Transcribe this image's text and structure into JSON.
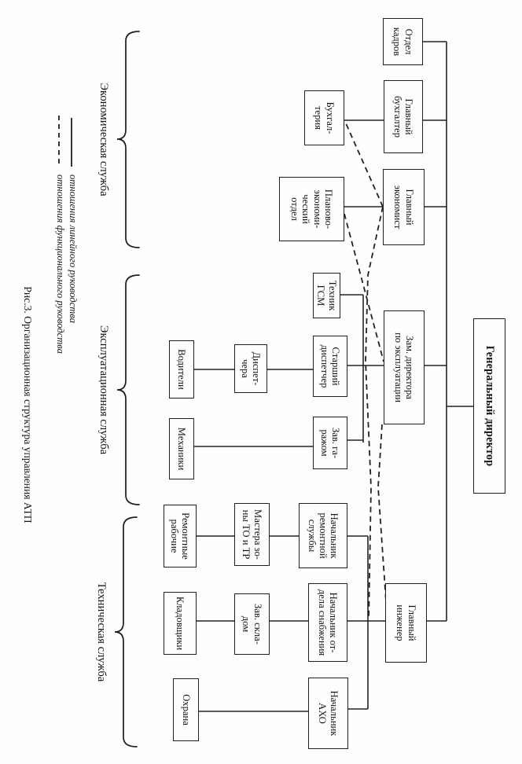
{
  "figure": {
    "caption": "Рис.3. Организационная структура управления АТП"
  },
  "legend": {
    "linear_label": "отношения линейного руководства",
    "functional_label": "отношения функционального руководства"
  },
  "groups": [
    {
      "id": "economic",
      "label": "Экономическая служба"
    },
    {
      "id": "operational",
      "label": "Эксплуатационная служба"
    },
    {
      "id": "technical",
      "label": "Техническая служба"
    }
  ],
  "nodes": [
    {
      "id": "gen_direktor",
      "label": "Генеральный директор",
      "bold": true
    },
    {
      "id": "otdel_kadrov",
      "label": "Отдел\nкадров"
    },
    {
      "id": "gl_buhgalter",
      "label": "Главный\nбухгалтер"
    },
    {
      "id": "gl_ekonomist",
      "label": "Главный\nэкономист"
    },
    {
      "id": "zam_direktora",
      "label": "Зам. директора\nпо эксплуатации"
    },
    {
      "id": "gl_inzhener",
      "label": "Главный\nинженер"
    },
    {
      "id": "buhgalteriya",
      "label": "Бухгал-\nтерия"
    },
    {
      "id": "planovo_otdel",
      "label": "Планово-\nэкономи-\nческий\nотдел"
    },
    {
      "id": "tehnik_gsm",
      "label": "Техник\nГСМ"
    },
    {
      "id": "st_dispetcher",
      "label": "Старший\nдиспетчер"
    },
    {
      "id": "zav_garazhom",
      "label": "Зав. га-\nражом"
    },
    {
      "id": "dispetchera",
      "label": "Диспет-\nчера"
    },
    {
      "id": "voditeli",
      "label": "Водители"
    },
    {
      "id": "mehaniki",
      "label": "Механики"
    },
    {
      "id": "nach_remsluzhby",
      "label": "Начальник\nремонтной\nслужбы"
    },
    {
      "id": "mastera_to_tr",
      "label": "Мастера зо-\nны ТО и ТР"
    },
    {
      "id": "remontnye_rabochie",
      "label": "Ремонтные\nрабочие"
    },
    {
      "id": "nach_snabzheniya",
      "label": "Начальник от-\nдела снабжения"
    },
    {
      "id": "zav_skladom",
      "label": "Зав. скла-\nдом"
    },
    {
      "id": "kladovshchiki",
      "label": "Кладовщики"
    },
    {
      "id": "nach_aho",
      "label": "Начальник\nАХО"
    },
    {
      "id": "ohrana",
      "label": "Охрана"
    }
  ],
  "edges": {
    "linear": [
      {
        "from": "gen_direktor",
        "to": "otdel_kadrov"
      },
      {
        "from": "gen_direktor",
        "to": "gl_buhgalter"
      },
      {
        "from": "gen_direktor",
        "to": "gl_ekonomist"
      },
      {
        "from": "gen_direktor",
        "to": "zam_direktora"
      },
      {
        "from": "gen_direktor",
        "to": "gl_inzhener"
      },
      {
        "from": "gl_buhgalter",
        "to": "buhgalteriya"
      },
      {
        "from": "gl_ekonomist",
        "to": "planovo_otdel"
      },
      {
        "from": "zam_direktora",
        "to": "tehnik_gsm"
      },
      {
        "from": "zam_direktora",
        "to": "st_dispetcher"
      },
      {
        "from": "zam_direktora",
        "to": "zav_garazhom"
      },
      {
        "from": "st_dispetcher",
        "to": "dispetchera"
      },
      {
        "from": "dispetchera",
        "to": "voditeli"
      },
      {
        "from": "zav_garazhom",
        "to": "mehaniki"
      },
      {
        "from": "gl_inzhener",
        "to": "nach_remsluzhby"
      },
      {
        "from": "gl_inzhener",
        "to": "nach_snabzheniya"
      },
      {
        "from": "gl_inzhener",
        "to": "nach_aho"
      },
      {
        "from": "nach_remsluzhby",
        "to": "mastera_to_tr"
      },
      {
        "from": "mastera_to_tr",
        "to": "remontnye_rabochie"
      },
      {
        "from": "nach_snabzheniya",
        "to": "zav_skladom"
      },
      {
        "from": "zav_skladom",
        "to": "kladovshchiki"
      },
      {
        "from": "nach_aho",
        "to": "ohrana"
      }
    ],
    "functional": [
      {
        "from": "gl_ekonomist",
        "to": "buhgalteriya"
      },
      {
        "from": "planovo_otdel",
        "to": "zam_direktora"
      },
      {
        "from": "gl_ekonomist",
        "to": "gl_inzhener"
      },
      {
        "from": "zam_direktora",
        "to": "gl_inzhener"
      }
    ]
  }
}
